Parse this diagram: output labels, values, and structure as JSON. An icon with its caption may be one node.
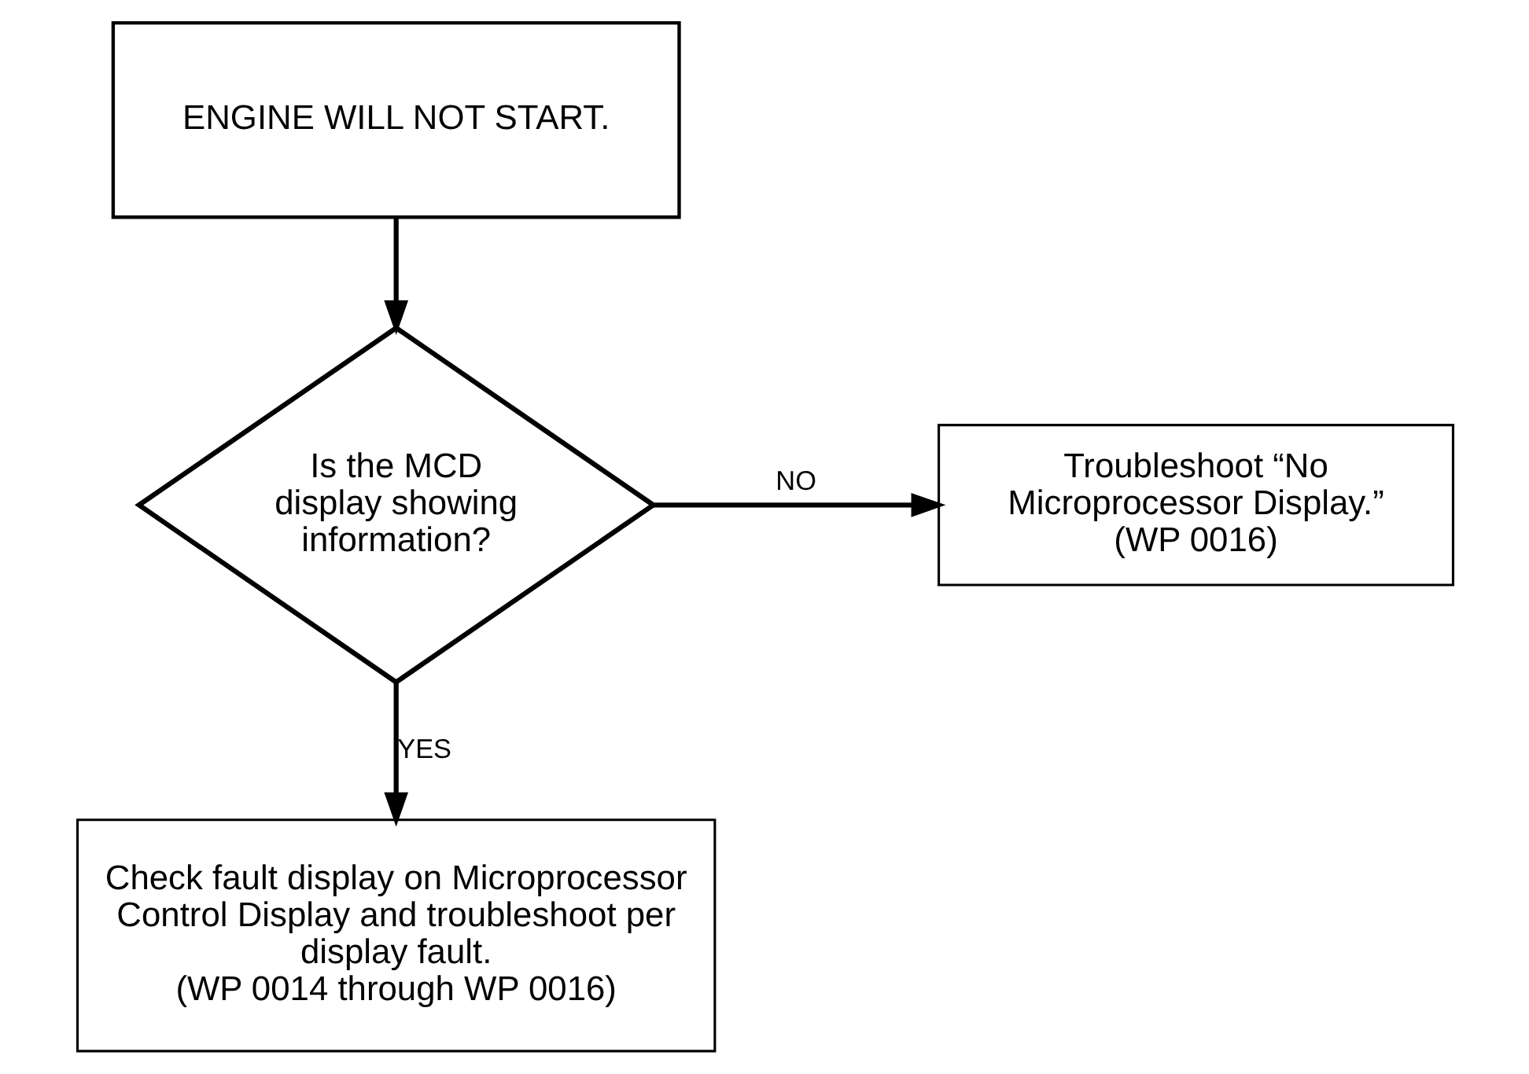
{
  "diagram": {
    "nodes": [
      {
        "text": [
          "ENGINE WILL NOT START."
        ]
      },
      {
        "text": [
          "Is the MCD display showing information?"
        ]
      },
      {
        "text": [
          "Troubleshoot “No Microprocessor Display.”",
          "(WP 0016)"
        ]
      },
      {
        "text": [
          "Check fault display on Microprocessor Control Display and troubleshoot per display fault.",
          "(WP 0014 through WP 0016)"
        ]
      }
    ],
    "edges": [
      {
        "from": 0,
        "to": 1,
        "arrow": "to"
      },
      {
        "from": 1,
        "to": 2,
        "arrow": "to",
        "label": "NO"
      },
      {
        "from": 1,
        "to": 3,
        "arrow": "to",
        "label": "YES"
      }
    ]
  }
}
